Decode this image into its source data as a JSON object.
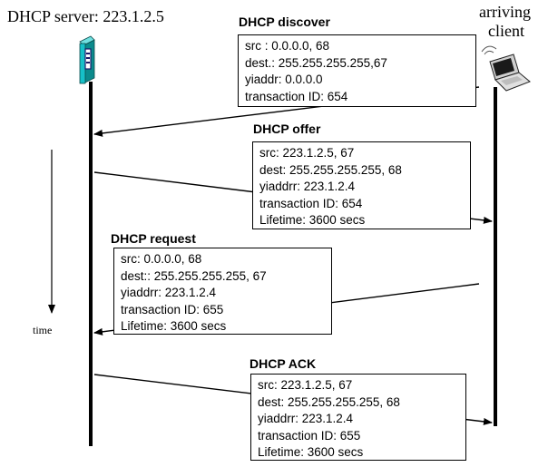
{
  "server_label": "DHCP server: 223.1.2.5",
  "client_label": [
    "arriving",
    "client"
  ],
  "time_label": "time",
  "messages": [
    {
      "title": "DHCP discover",
      "lines": [
        "src : 0.0.0.0, 68",
        "dest.: 255.255.255.255,67",
        "yiaddr:    0.0.0.0",
        "transaction ID: 654"
      ]
    },
    {
      "title": "DHCP offer",
      "lines": [
        "src: 223.1.2.5, 67",
        "dest:  255.255.255.255, 68",
        "yiaddrr: 223.1.2.4",
        "transaction ID: 654",
        "Lifetime: 3600 secs"
      ]
    },
    {
      "title": "DHCP request",
      "lines": [
        "src:  0.0.0.0, 68",
        "dest::  255.255.255.255, 67",
        "yiaddrr: 223.1.2.4",
        "transaction ID: 655",
        "Lifetime: 3600 secs"
      ]
    },
    {
      "title": "DHCP ACK",
      "lines": [
        "src: 223.1.2.5, 67",
        "dest:  255.255.255.255, 68",
        "yiaddrr: 223.1.2.4",
        "transaction ID: 655",
        "Lifetime: 3600 secs"
      ]
    }
  ]
}
